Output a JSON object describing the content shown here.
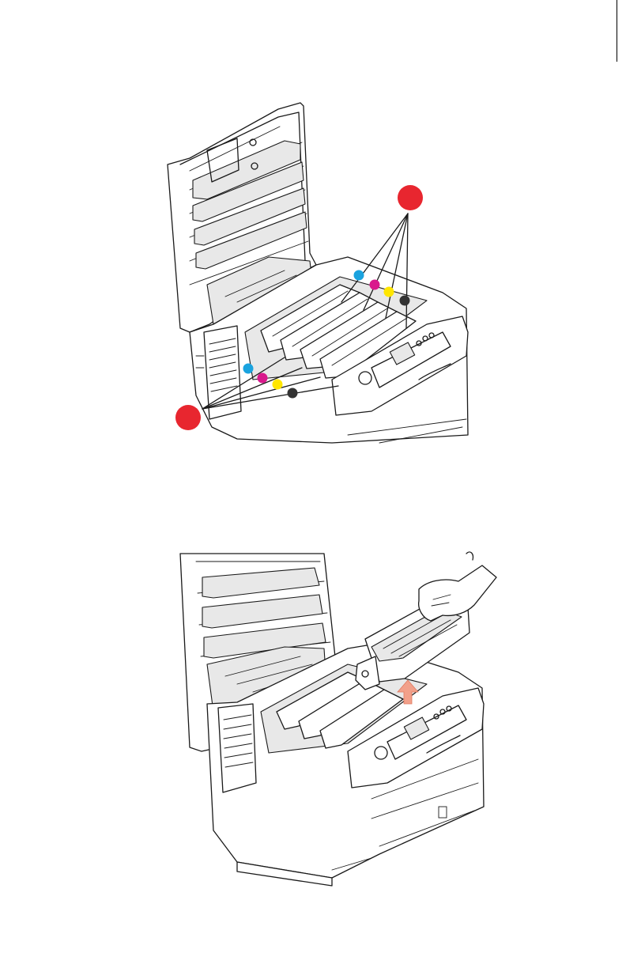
{
  "page": {
    "edge_marker": "thumb-tab-rule"
  },
  "figure1": {
    "description_icon": "printer-open-toner-locations",
    "callouts": [
      {
        "id": "callout-a",
        "color": "#e8262f"
      },
      {
        "id": "callout-b",
        "color": "#e8262f"
      }
    ],
    "toner_dots": [
      {
        "name": "cyan",
        "color": "#1aa3df"
      },
      {
        "name": "magenta",
        "color": "#d9198c"
      },
      {
        "name": "yellow",
        "color": "#ffe600"
      },
      {
        "name": "black",
        "color": "#333333"
      }
    ]
  },
  "figure2": {
    "description_icon": "remove-image-drum-from-printer",
    "arrow_color": "#f2a08a"
  }
}
